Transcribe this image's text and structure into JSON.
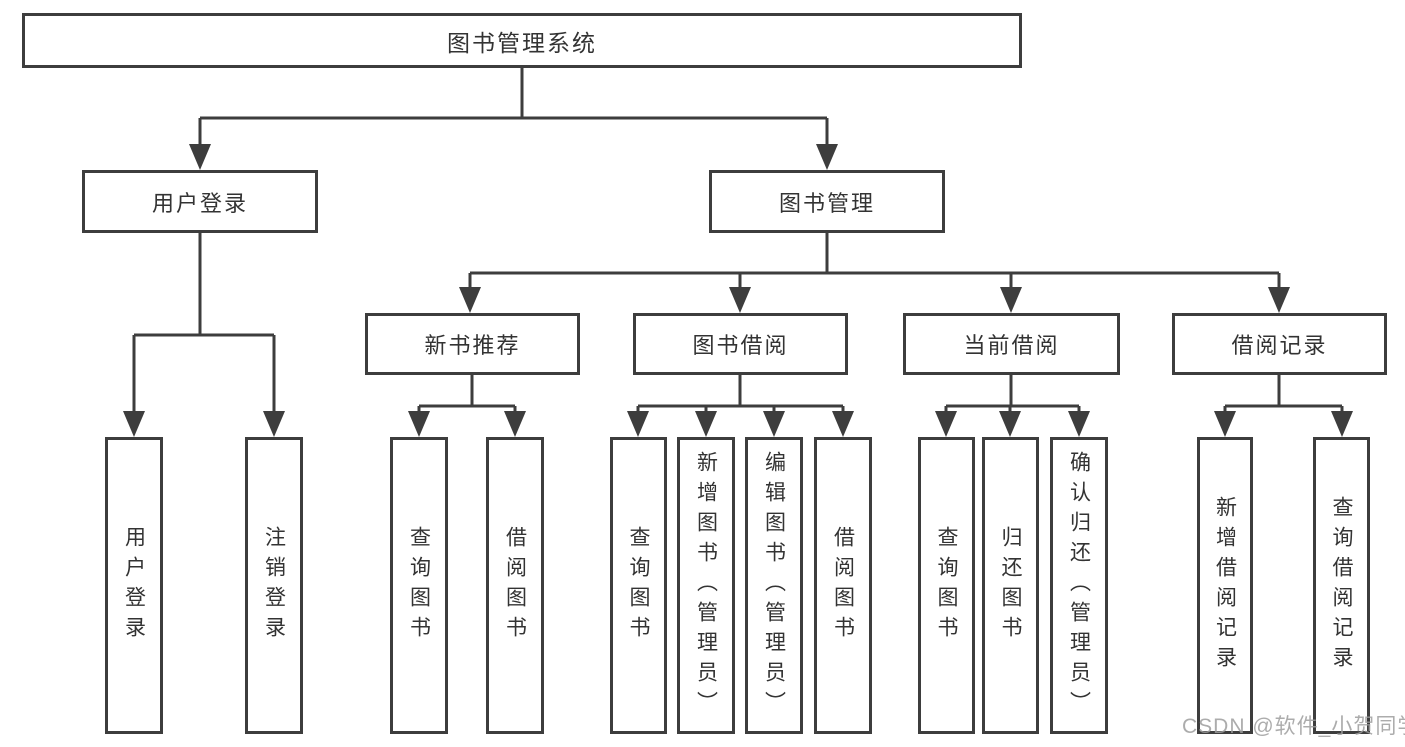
{
  "tree": {
    "root": {
      "label": "图书管理系统",
      "children": [
        {
          "label": "用户登录",
          "children": [
            {
              "label": "用户登录"
            },
            {
              "label": "注销登录"
            }
          ]
        },
        {
          "label": "图书管理",
          "children": [
            {
              "label": "新书推荐",
              "children": [
                {
                  "label": "查询图书"
                },
                {
                  "label": "借阅图书"
                }
              ]
            },
            {
              "label": "图书借阅",
              "children": [
                {
                  "label": "查询图书"
                },
                {
                  "label": "新增图书（管理员）"
                },
                {
                  "label": "编辑图书（管理员）"
                },
                {
                  "label": "借阅图书"
                }
              ]
            },
            {
              "label": "当前借阅",
              "children": [
                {
                  "label": "查询图书"
                },
                {
                  "label": "归还图书"
                },
                {
                  "label": "确认归还（管理员）"
                }
              ]
            },
            {
              "label": "借阅记录",
              "children": [
                {
                  "label": "新增借阅记录"
                },
                {
                  "label": "查询借阅记录"
                }
              ]
            }
          ]
        }
      ]
    }
  },
  "watermark": "CSDN @软件_小贺同学",
  "colors": {
    "line": "#3d3d3d",
    "text": "#333333",
    "watermark": "#9e9e9e",
    "background": "#ffffff"
  }
}
